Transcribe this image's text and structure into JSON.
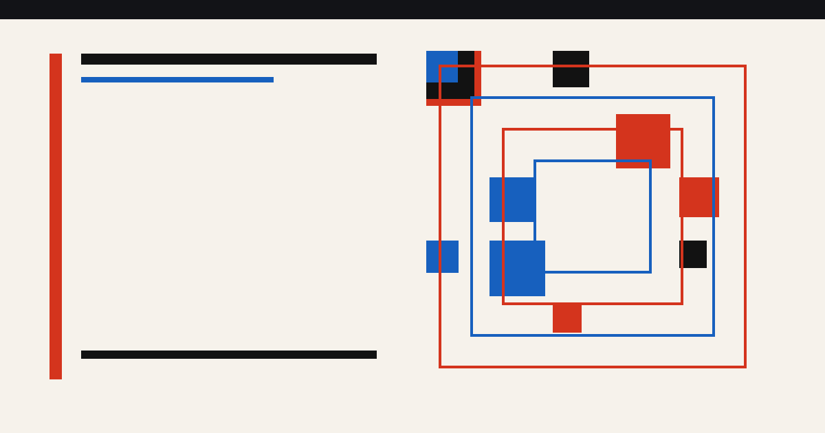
{
  "page": {
    "background_color": "#F6F2EB",
    "top_bar_color": "#121317"
  },
  "palette": {
    "red": "#D4341D",
    "blue": "#1760BE",
    "black": "#121212"
  },
  "left_panel": {
    "accent_bar_color": "#D4341D",
    "title_placeholder_color": "#121212",
    "subtitle_placeholder_color": "#1760BE",
    "footer_rule_color": "#121212"
  },
  "composition": {
    "nested_frames": [
      {
        "name": "outer-red-frame",
        "color": "#D4341D"
      },
      {
        "name": "second-blue-frame",
        "color": "#1760BE"
      },
      {
        "name": "third-red-frame",
        "color": "#D4341D"
      },
      {
        "name": "inner-blue-frame",
        "color": "#1760BE"
      }
    ],
    "tile_colors": [
      "red",
      "blue",
      "black"
    ]
  }
}
